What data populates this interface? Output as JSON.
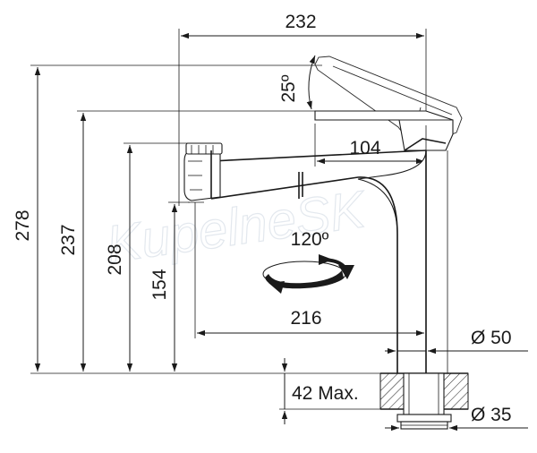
{
  "drawing": {
    "watermark": "KupelneSK",
    "dimensions": {
      "total_reach": "232",
      "tilt_angle": "25º",
      "lever_length": "104",
      "total_height": "278",
      "lever_height": "237",
      "spout_height": "208",
      "outlet_height": "154",
      "rotation": "120º",
      "spout_reach": "216",
      "body_diameter": "Ø 50",
      "mount_thickness": "42 Max.",
      "thread_diameter": "Ø 35"
    }
  }
}
